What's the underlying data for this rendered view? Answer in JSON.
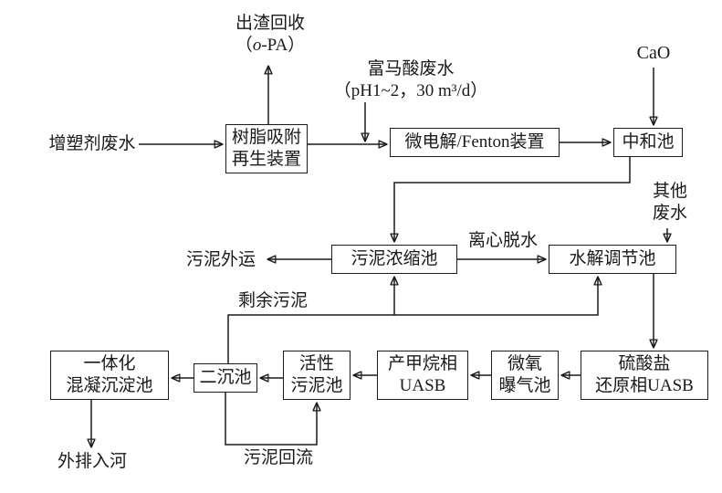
{
  "nodes": {
    "resin": {
      "line1": "树脂吸附",
      "line2": "再生装置"
    },
    "fenton": {
      "label": "微电解/Fenton装置"
    },
    "neutral": {
      "label": "中和池"
    },
    "thickener": {
      "label": "污泥浓缩池"
    },
    "hydrolysis": {
      "label": "水解调节池"
    },
    "sulfate": {
      "line1": "硫酸盐",
      "line2": "还原相UASB"
    },
    "micro": {
      "line1": "微氧",
      "line2": "曝气池"
    },
    "methane": {
      "line1": "产甲烷相",
      "line2": "UASB"
    },
    "activated": {
      "line1": "活性",
      "line2": "污泥池"
    },
    "secondary": {
      "label": "二沉池"
    },
    "integrated": {
      "line1": "一体化",
      "line2": "混凝沉淀池"
    }
  },
  "labels": {
    "slag_line1": "出渣回收",
    "slag_open": "（",
    "slag_italic": "o",
    "slag_rest": "-PA）",
    "fumaric_line1": "富马酸废水",
    "fumaric_line2": "（pH1~2，30 m³/d）",
    "cao": "CaO",
    "plasticizer": "增塑剂废水",
    "sludge_out": "污泥外运",
    "centrifugal": "离心脱水",
    "other_line1": "其他",
    "other_line2": "废水",
    "surplus_sludge": "剩余污泥",
    "sludge_return": "污泥回流",
    "discharge": "外排入河"
  },
  "colors": {
    "line": "#1a1a1a",
    "background": "#ffffff",
    "text": "#1a1a1a"
  }
}
